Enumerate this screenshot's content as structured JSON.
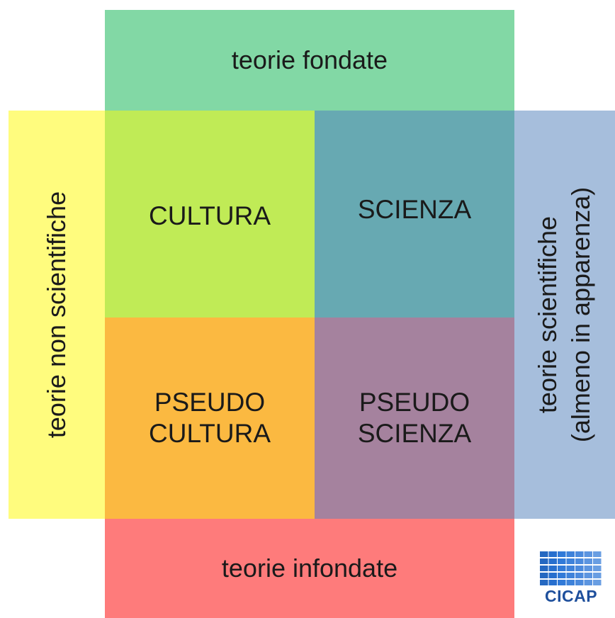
{
  "colors": {
    "top_band": "#82d8a5",
    "bottom_band": "#fe7b7b",
    "left_band": "#fffc7e",
    "right_band": "#a6bedc",
    "cultura": "#c0eb56",
    "scienza": "#67a9b2",
    "pseudo_cultura": "#fbb941",
    "pseudo_scienza": "#a5829e",
    "logo_blue": "#1e4f9c"
  },
  "bands": {
    "top": "teorie fondate",
    "bottom": "teorie infondate",
    "left": "teorie non scientifiche",
    "right_line1": "teorie scientifiche",
    "right_line2": "(almeno in apparenza)"
  },
  "quadrants": {
    "cultura": "CULTURA",
    "scienza": "SCIENZA",
    "pseudo_cultura_line1": "PSEUDO",
    "pseudo_cultura_line2": "CULTURA",
    "pseudo_scienza_line1": "PSEUDO",
    "pseudo_scienza_line2": "SCIENZA"
  },
  "logo": {
    "text": "CICAP"
  }
}
